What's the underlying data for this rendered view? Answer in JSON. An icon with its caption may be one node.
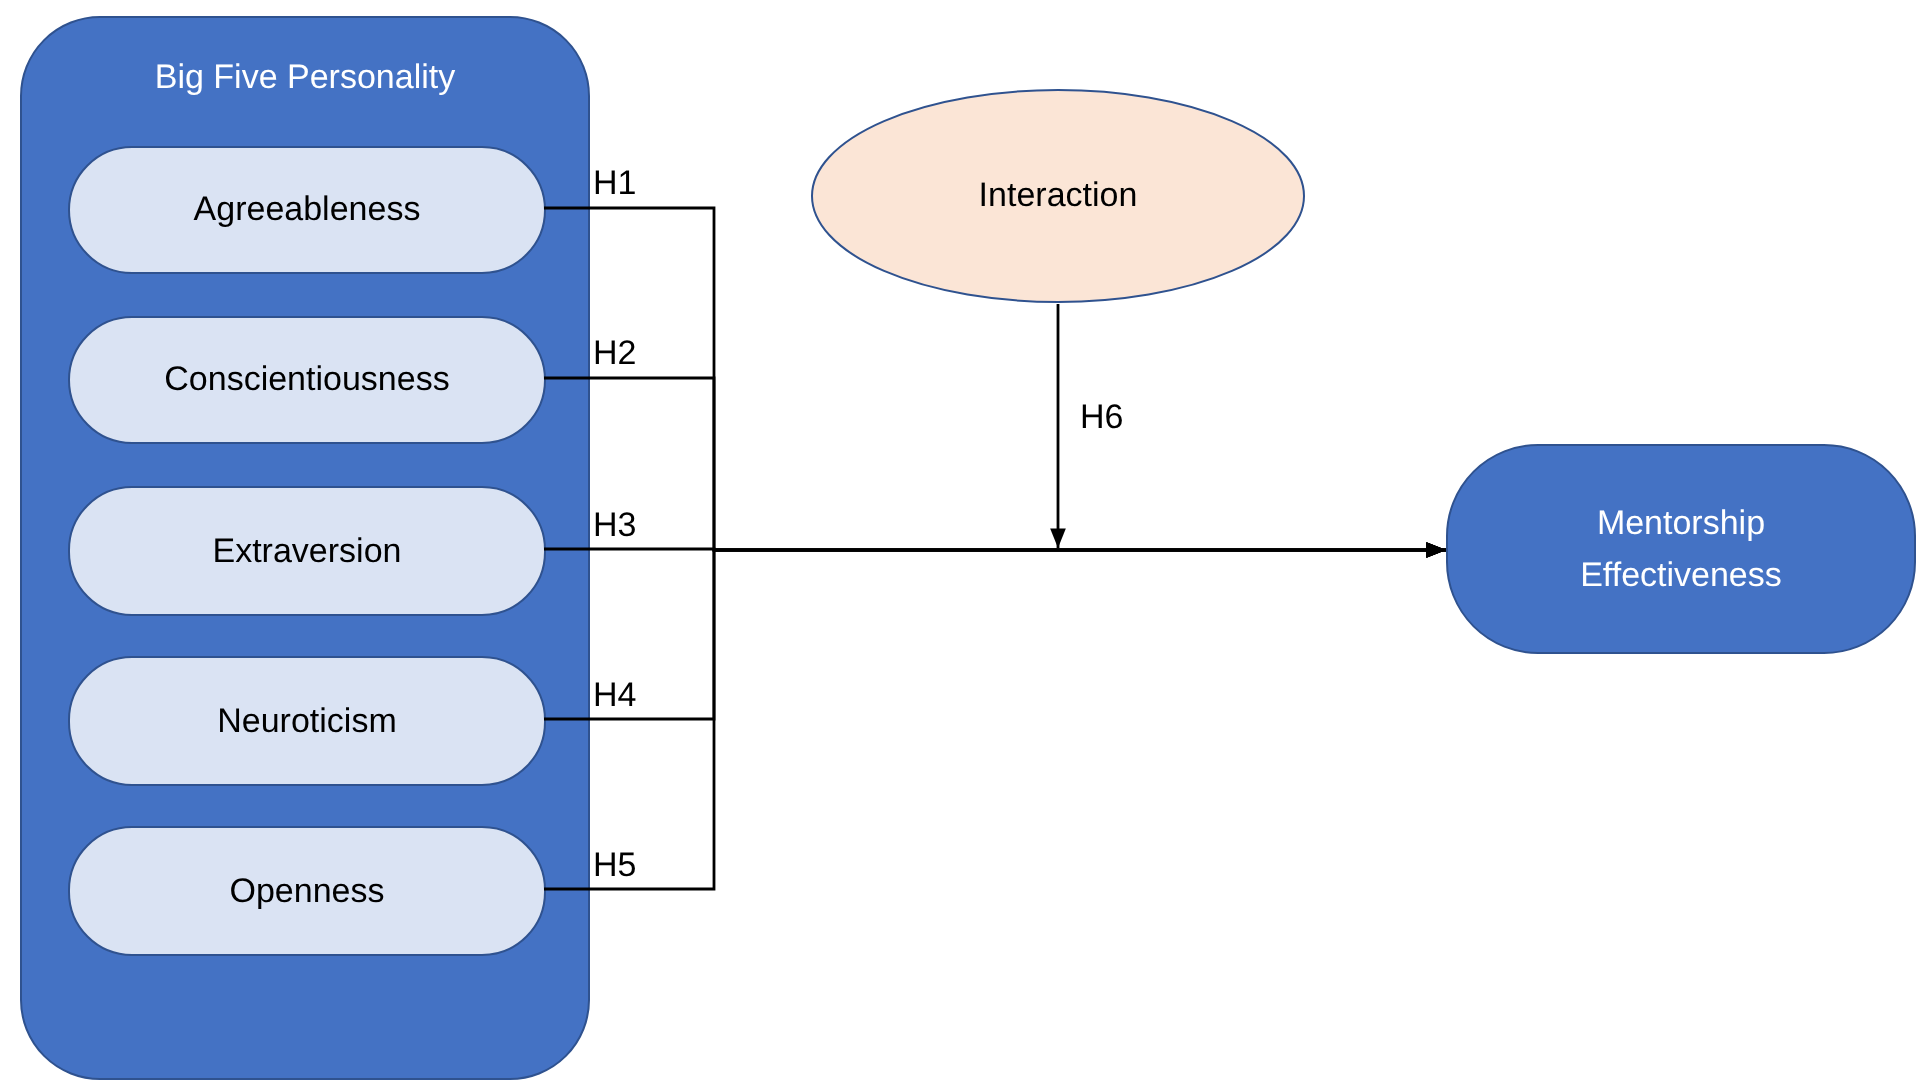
{
  "diagram": {
    "nodes": [
      {
        "text": [
          "Big Five Personality"
        ]
      },
      {
        "text": [
          "Agreeableness"
        ],
        "in": 0
      },
      {
        "text": [
          "Conscientiousness"
        ],
        "in": 0
      },
      {
        "text": [
          "Extraversion"
        ],
        "in": 0
      },
      {
        "text": [
          "Neuroticism"
        ],
        "in": 0
      },
      {
        "text": [
          "Openness"
        ],
        "in": 0
      },
      {
        "text": [
          "Interaction"
        ]
      },
      {
        "text": [
          "Mentorship Effectiveness"
        ]
      }
    ],
    "edges": [
      {
        "from": 1,
        "to": 7,
        "arrow": "to",
        "label": "H1"
      },
      {
        "from": 2,
        "to": 7,
        "arrow": "to",
        "label": "H2"
      },
      {
        "from": 3,
        "to": 7,
        "arrow": "to",
        "label": "H3"
      },
      {
        "from": 4,
        "to": 7,
        "arrow": "to",
        "label": "H4"
      },
      {
        "from": 5,
        "to": 7,
        "arrow": "to",
        "label": "H5"
      },
      {
        "from": 6,
        "to": null,
        "arrow": "to",
        "label": "H6"
      }
    ]
  }
}
